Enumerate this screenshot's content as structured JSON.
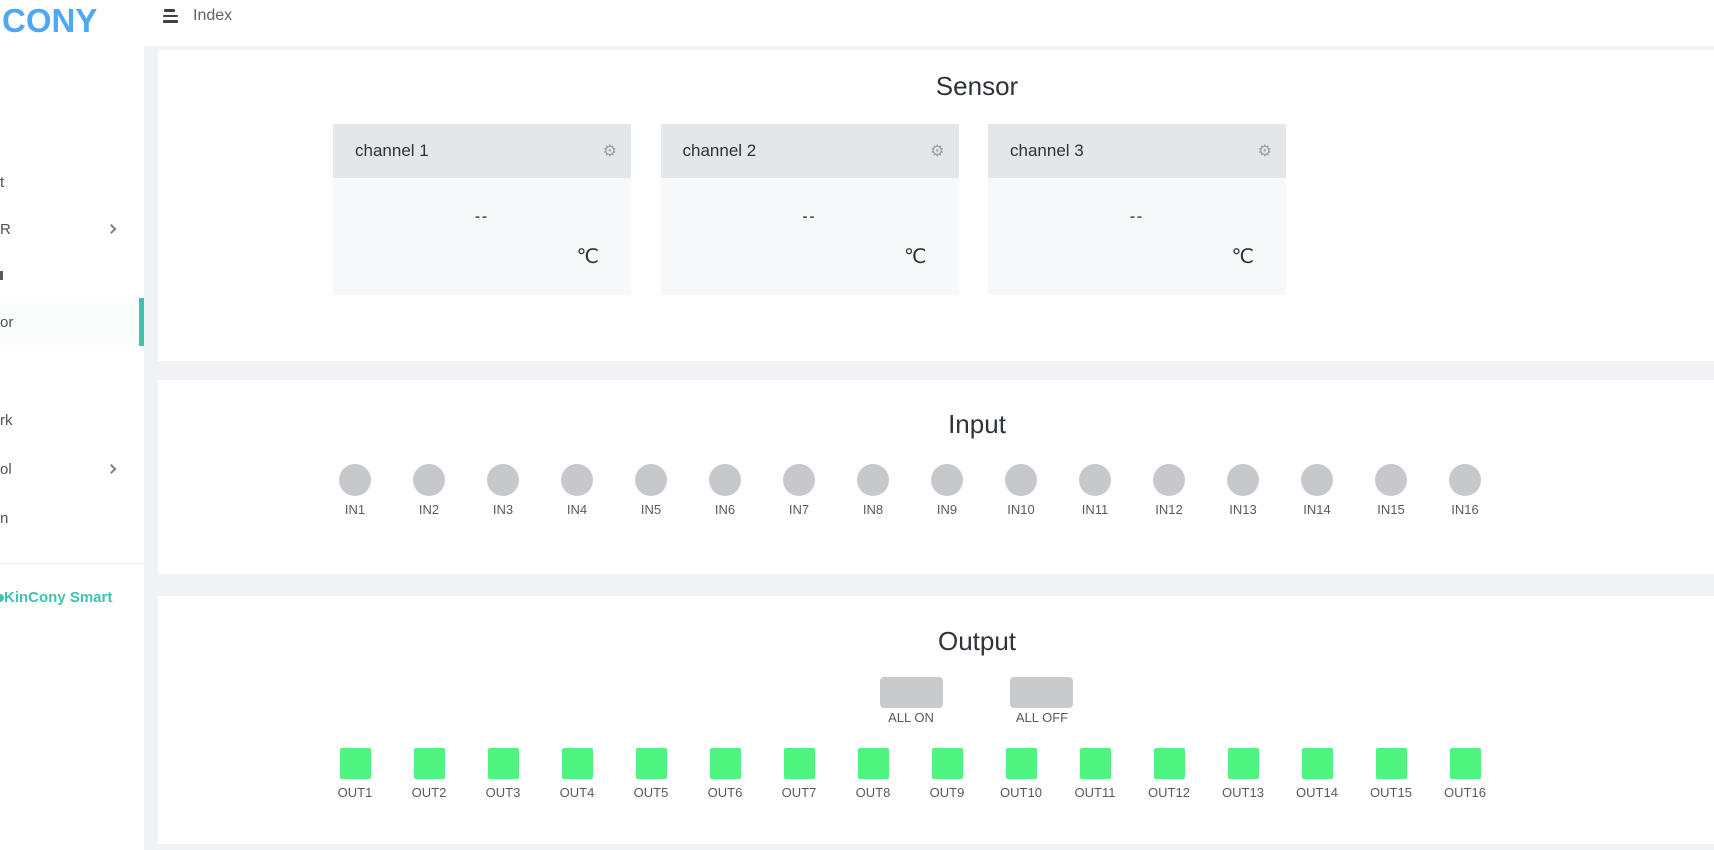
{
  "logo": {
    "text": "CONY"
  },
  "topbar": {
    "title": "Index"
  },
  "sidebar": {
    "items": [
      {
        "label": "t"
      },
      {
        "label": "R",
        "chevron": true
      },
      {
        "label": "",
        "artifact": true
      },
      {
        "label": "or",
        "active": true
      },
      {
        "label": "rk"
      },
      {
        "label": "ol",
        "chevron": true
      },
      {
        "label": "n"
      }
    ],
    "footer_link": "KinCony Smart"
  },
  "sensor": {
    "title": "Sensor",
    "channels": [
      {
        "name": "channel 1",
        "value": "--",
        "unit": "℃"
      },
      {
        "name": "channel 2",
        "value": "--",
        "unit": "℃"
      },
      {
        "name": "channel 3",
        "value": "--",
        "unit": "℃"
      }
    ]
  },
  "input": {
    "title": "Input",
    "channels": [
      "IN1",
      "IN2",
      "IN3",
      "IN4",
      "IN5",
      "IN6",
      "IN7",
      "IN8",
      "IN9",
      "IN10",
      "IN11",
      "IN12",
      "IN13",
      "IN14",
      "IN15",
      "IN16"
    ]
  },
  "output": {
    "title": "Output",
    "all_on_label": "ALL ON",
    "all_off_label": "ALL OFF",
    "channels": [
      "OUT1",
      "OUT2",
      "OUT3",
      "OUT4",
      "OUT5",
      "OUT6",
      "OUT7",
      "OUT8",
      "OUT9",
      "OUT10",
      "OUT11",
      "OUT12",
      "OUT13",
      "OUT14",
      "OUT15",
      "OUT16"
    ]
  },
  "icons": {
    "settings": "⚙"
  },
  "colors": {
    "logo_blue": "#4fa8f5",
    "accent_teal": "#3fc3ad",
    "page_bg": "#f0f2f5",
    "card_header_bg": "#e4e7ea",
    "card_body_bg": "#f7f8fa",
    "input_gray": "#c6c8cb",
    "output_green": "#4ef47d",
    "button_gray": "#c9cacc"
  }
}
